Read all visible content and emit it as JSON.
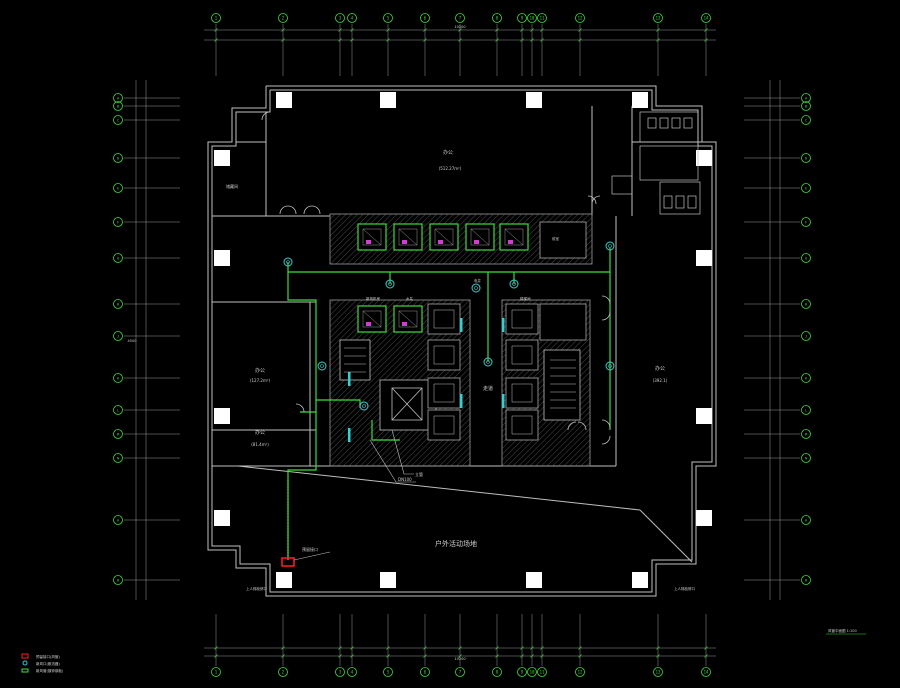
{
  "drawing": {
    "column_labels": [
      "1",
      "2",
      "3",
      "4",
      "5",
      "6",
      "7",
      "8",
      "9",
      "10",
      "11",
      "12",
      "13",
      "14"
    ],
    "row_labels": [
      "A",
      "B",
      "C",
      "D",
      "E",
      "F",
      "G",
      "H",
      "J",
      "K",
      "L",
      "M",
      "N"
    ],
    "rooms": {
      "top_office": "办公",
      "top_office_area": "(512.27m²)",
      "left_room": "储藏间",
      "office_west": "办公",
      "office_west_area": "(127.2m²)",
      "office_sw": "办公",
      "office_sw_area": "(81.4m²)",
      "east_office": "办公",
      "east_office_area": "(392.1)",
      "corridor": "走道",
      "bottom_area": "户外活动场地",
      "shaft_labels": [
        "新风机房",
        "水井",
        "电井",
        "楼梯间",
        "前室"
      ]
    },
    "callouts": {
      "red_box": "预留接口",
      "riser": "立管",
      "pipe_note": "DN100",
      "sw_stair": "上人梯检修口",
      "se_stair": "上人梯检修口"
    },
    "dim_top": "10200",
    "dim_bottom": "10200",
    "dim_side": "4500",
    "scale_text": "风管平面图 1:100"
  },
  "legend": {
    "items": [
      {
        "symbol": "red-box-icon",
        "color": "#ff2020",
        "text": "预留接口(风管)"
      },
      {
        "symbol": "cyan-circle-icon",
        "color": "#35d0d0",
        "text": "新风口(散流器)"
      },
      {
        "symbol": "green-line-icon",
        "color": "#3ddc3d",
        "text": "新风管(镀锌钢板)"
      }
    ]
  },
  "colors": {
    "background": "#000000",
    "wall": "#bfbfbf",
    "hatch": "#8a8a8a",
    "axis": "#3ddc3d",
    "duct": "#3ddc3d",
    "diffuser": "#35d0d0",
    "equipment": "#d040d0",
    "column": "#ffffff",
    "alert": "#ff2020"
  }
}
